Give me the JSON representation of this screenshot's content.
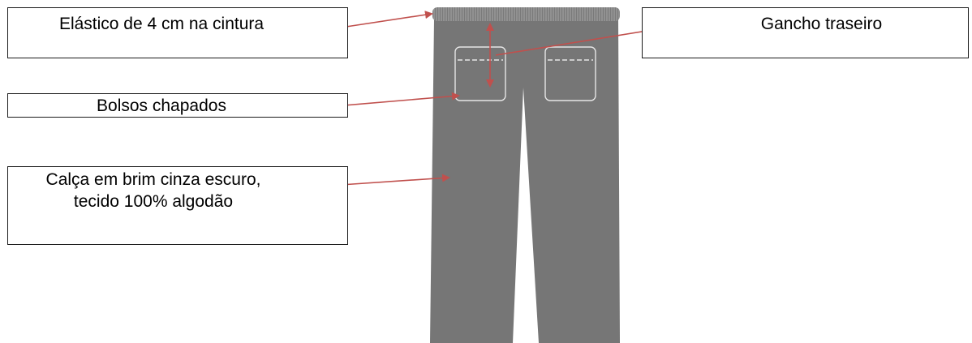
{
  "callouts": {
    "waistband": "Elástico de 4 cm na cintura",
    "back_hook": "Gancho traseiro",
    "patch_pockets": "Bolsos chapados",
    "fabric": "Calça em brim cinza escuro, tecido 100% algodão"
  },
  "colors": {
    "pants": "#767676",
    "waistband": "#7a7a7a",
    "stitching": "#e6e6e6",
    "leader_line": "#c0504d",
    "box_border": "#1a1a1a"
  }
}
